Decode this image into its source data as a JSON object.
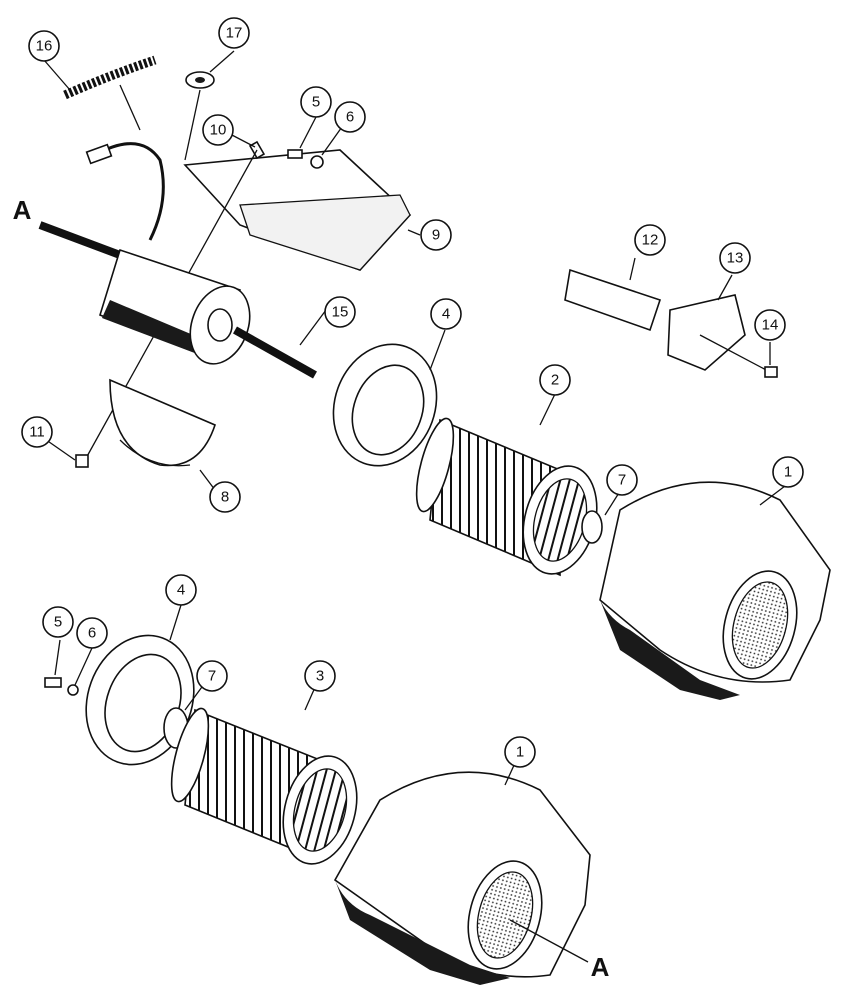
{
  "diagram": {
    "callouts": [
      "16",
      "17",
      "10",
      "5",
      "6",
      "9",
      "12",
      "13",
      "14",
      "15",
      "4",
      "2",
      "7",
      "1",
      "11",
      "8",
      "4",
      "5",
      "6",
      "7",
      "3",
      "1"
    ],
    "reference_letters": [
      "A",
      "A"
    ]
  }
}
